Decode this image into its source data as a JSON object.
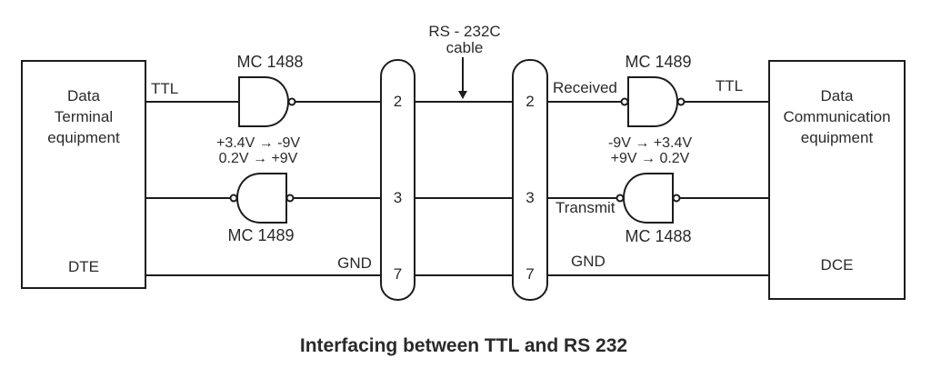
{
  "title": "Interfacing between TTL and RS 232",
  "cable": {
    "line1": "RS - 232C",
    "line2": "cable"
  },
  "dte": {
    "name_line1": "Data",
    "name_line2": "Terminal",
    "name_line3": "equipment",
    "abbr": "DTE"
  },
  "dce": {
    "name_line1": "Data",
    "name_line2": "Communication",
    "name_line3": "equipment",
    "abbr": "DCE"
  },
  "gates": {
    "left_driver": {
      "chip": "MC 1488",
      "conversion1": "+3.4V → -9V",
      "conversion2": "0.2V → +9V"
    },
    "left_receiver": {
      "chip": "MC 1489"
    },
    "right_receiver": {
      "chip": "MC 1489",
      "conversion1": "-9V → +3.4V",
      "conversion2": "+9V → 0.2V"
    },
    "right_driver": {
      "chip": "MC 1488"
    }
  },
  "signals": {
    "ttl_left": "TTL",
    "ttl_right": "TTL",
    "received": "Received",
    "transmit": "Transmit",
    "gnd_left": "GND",
    "gnd_right": "GND"
  },
  "pins": {
    "left": [
      "2",
      "3",
      "7"
    ],
    "right": [
      "2",
      "3",
      "7"
    ]
  },
  "colors": {
    "line": "#1c1c1c",
    "text": "#2a2a2a",
    "background": "#ffffff"
  }
}
